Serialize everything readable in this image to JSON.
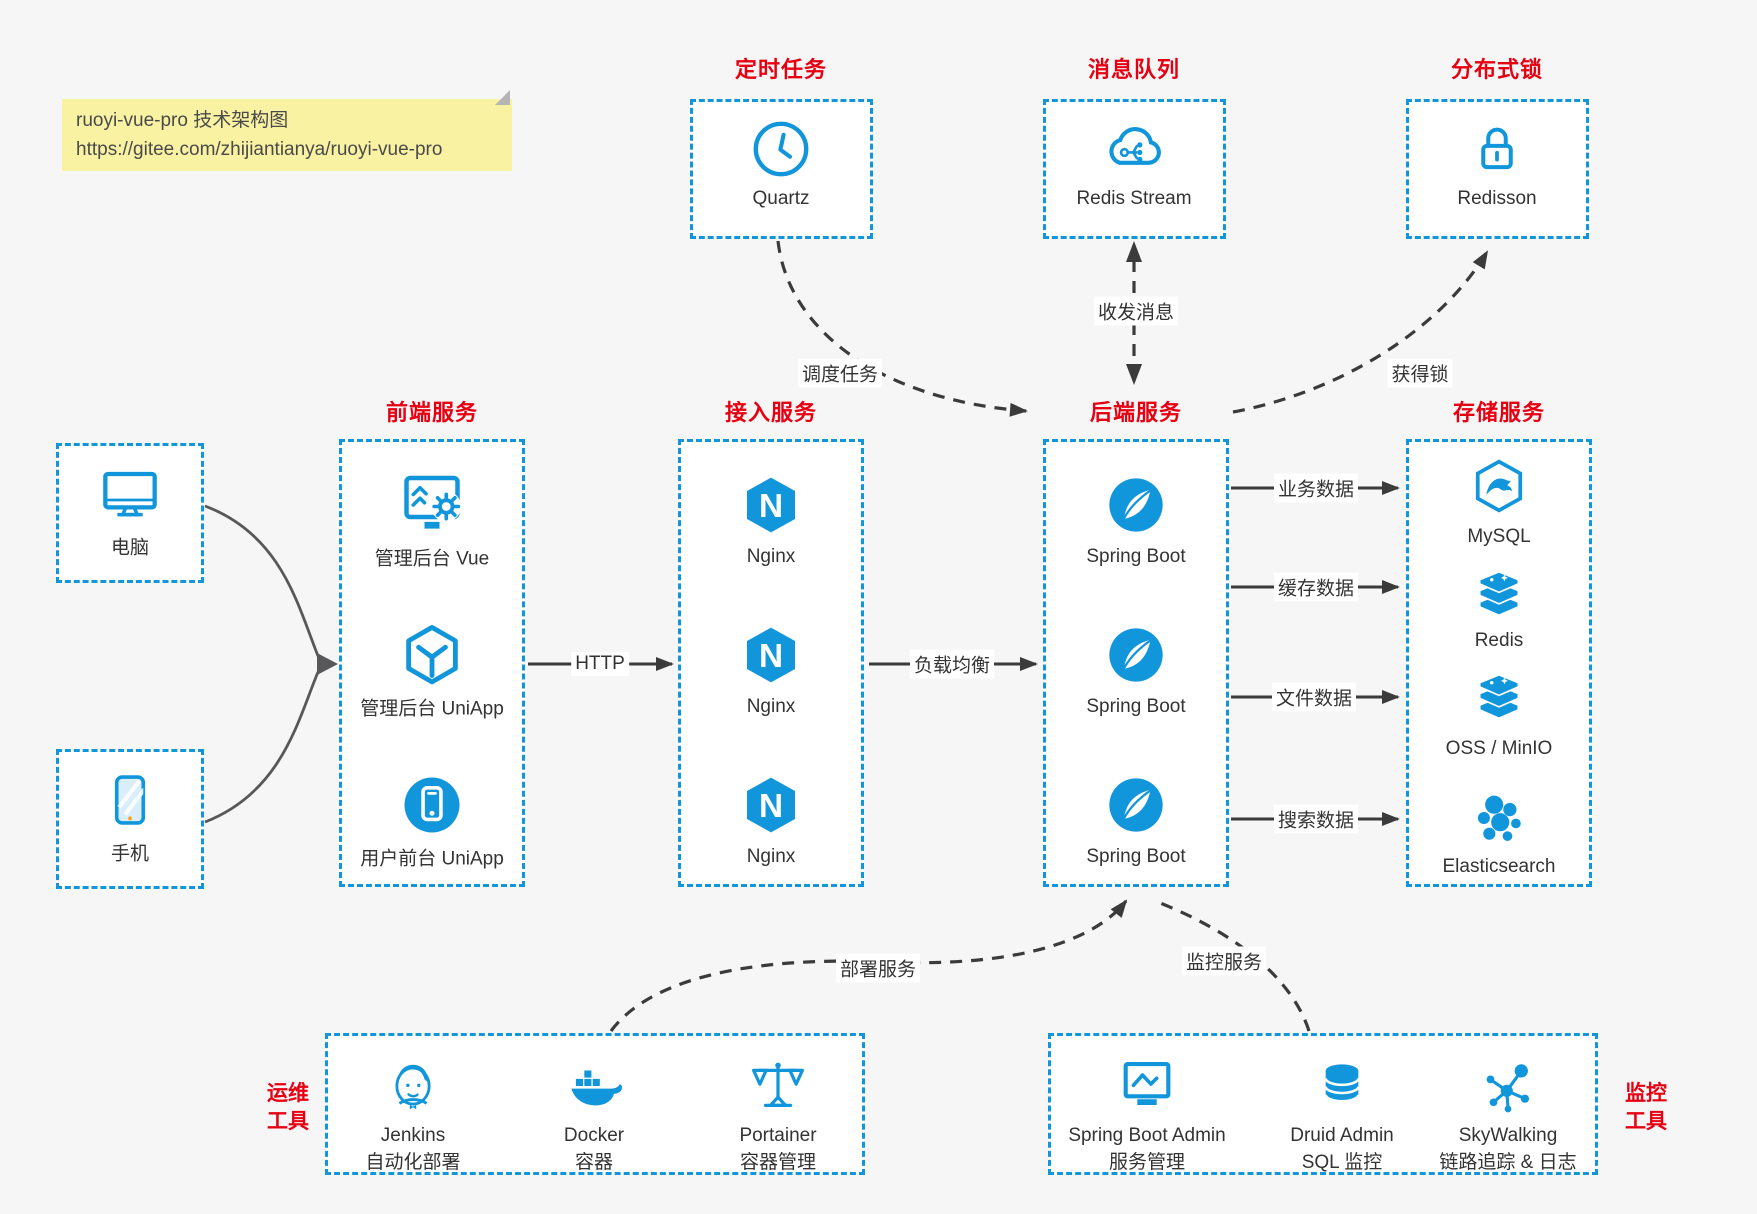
{
  "colors": {
    "blue": "#1296db",
    "red": "#e60012",
    "arrow": "#3f3f3f",
    "note_bg": "#faf2a3"
  },
  "note": {
    "line1": "ruoyi-vue-pro 技术架构图",
    "line2": "https://gitee.com/zhijiantianya/ruoyi-vue-pro"
  },
  "top_services": [
    {
      "title": "定时任务",
      "item": "Quartz"
    },
    {
      "title": "消息队列",
      "item": "Redis Stream"
    },
    {
      "title": "分布式锁",
      "item": "Redisson"
    }
  ],
  "clients": [
    {
      "label": "电脑"
    },
    {
      "label": "手机"
    }
  ],
  "frontend": {
    "title": "前端服务",
    "items": [
      {
        "label": "管理后台 Vue"
      },
      {
        "label": "管理后台 UniApp"
      },
      {
        "label": "用户前台 UniApp"
      }
    ]
  },
  "gateway": {
    "title": "接入服务",
    "items": [
      {
        "label": "Nginx"
      },
      {
        "label": "Nginx"
      },
      {
        "label": "Nginx"
      }
    ]
  },
  "backend": {
    "title": "后端服务",
    "items": [
      {
        "label": "Spring Boot"
      },
      {
        "label": "Spring Boot"
      },
      {
        "label": "Spring Boot"
      }
    ]
  },
  "storage": {
    "title": "存储服务",
    "items": [
      {
        "label": "MySQL"
      },
      {
        "label": "Redis"
      },
      {
        "label": "OSS / MinIO"
      },
      {
        "label": "Elasticsearch"
      }
    ]
  },
  "edges": {
    "http": "HTTP",
    "load_balance": "负载均衡",
    "business_data": "业务数据",
    "cache_data": "缓存数据",
    "file_data": "文件数据",
    "search_data": "搜索数据",
    "schedule": "调度任务",
    "messaging": "收发消息",
    "acquire_lock": "获得锁",
    "deploy": "部署服务",
    "monitor": "监控服务"
  },
  "ops_tools": {
    "title_line1": "运维",
    "title_line2": "工具",
    "items": [
      {
        "name": "Jenkins",
        "desc": "自动化部署"
      },
      {
        "name": "Docker",
        "desc": "容器"
      },
      {
        "name": "Portainer",
        "desc": "容器管理"
      }
    ]
  },
  "monitor_tools": {
    "title_line1": "监控",
    "title_line2": "工具",
    "items": [
      {
        "name": "Spring Boot Admin",
        "desc": "服务管理"
      },
      {
        "name": "Druid Admin",
        "desc": "SQL 监控"
      },
      {
        "name": "SkyWalking",
        "desc": "链路追踪 & 日志"
      }
    ]
  }
}
